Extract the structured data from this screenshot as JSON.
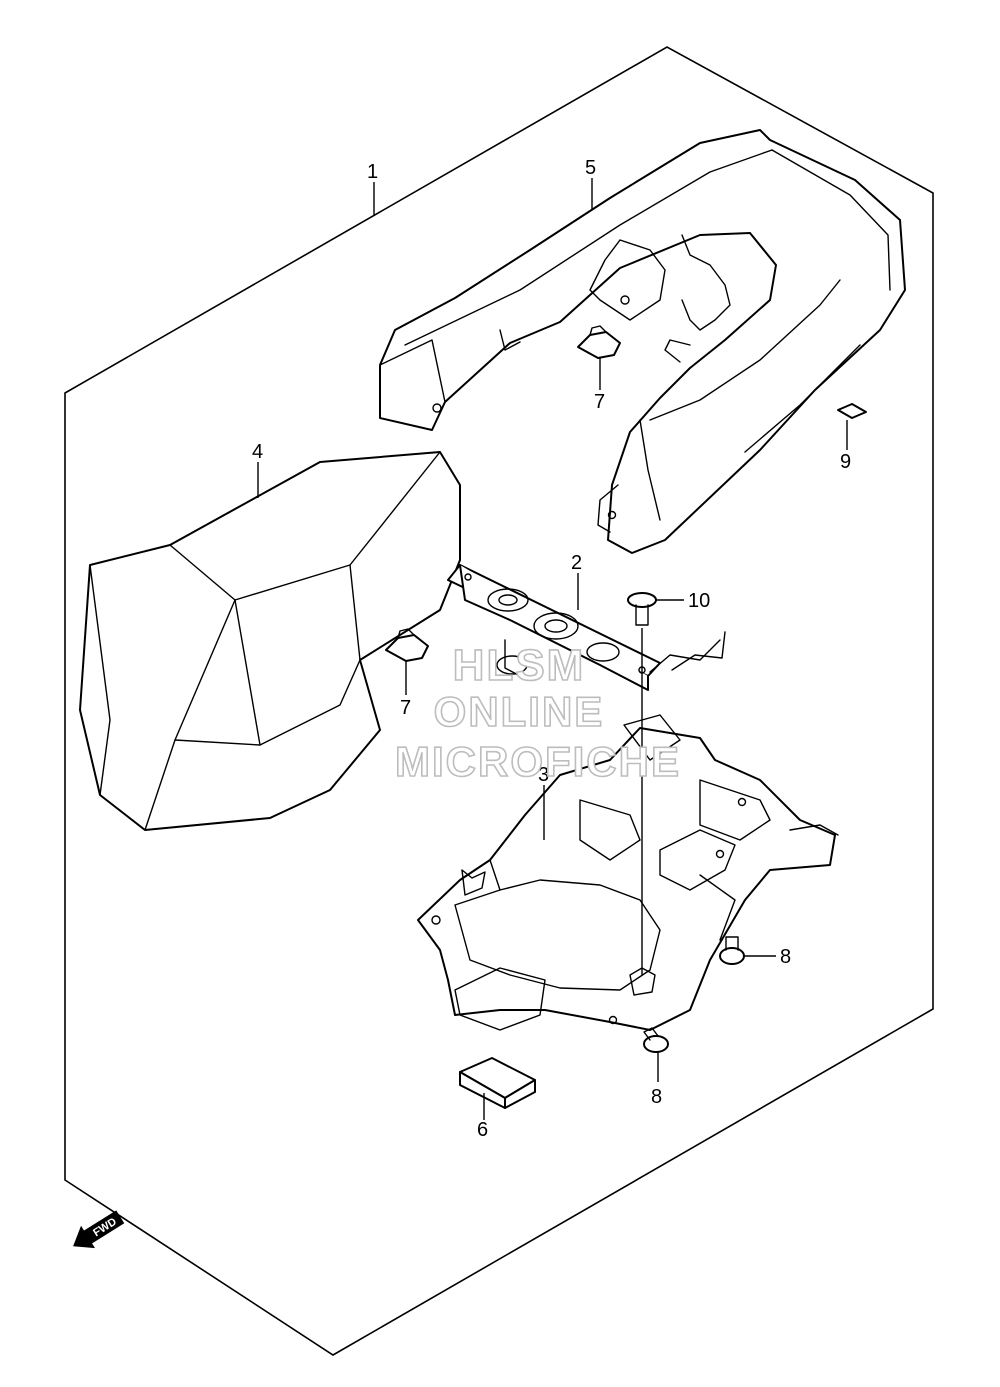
{
  "callouts": [
    {
      "id": "1",
      "label": "1"
    },
    {
      "id": "2",
      "label": "2"
    },
    {
      "id": "3",
      "label": "3"
    },
    {
      "id": "4",
      "label": "4"
    },
    {
      "id": "5",
      "label": "5"
    },
    {
      "id": "6",
      "label": "6"
    },
    {
      "id": "7a",
      "label": "7"
    },
    {
      "id": "7b",
      "label": "7"
    },
    {
      "id": "8a",
      "label": "8"
    },
    {
      "id": "8b",
      "label": "8"
    },
    {
      "id": "9",
      "label": "9"
    },
    {
      "id": "10",
      "label": "10"
    }
  ],
  "watermark": {
    "line1": "HLSM",
    "line2": "ONLINE",
    "line3": "MICROFICHE",
    "color": "#bdbdbd"
  },
  "direction_arrow": {
    "label": "FWD",
    "icon": "fwd-arrow-icon"
  }
}
